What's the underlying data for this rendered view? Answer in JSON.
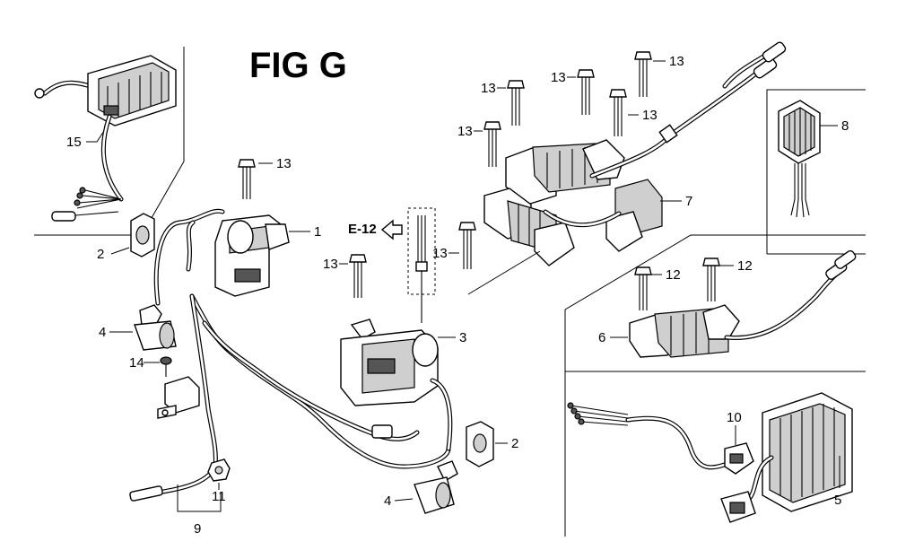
{
  "figure": {
    "title": "FIG G",
    "reference": "E-12"
  },
  "callouts": {
    "c1": "1",
    "c2a": "2",
    "c2b": "2",
    "c3": "3",
    "c4a": "4",
    "c4b": "4",
    "c5": "5",
    "c6": "6",
    "c7": "7",
    "c8": "8",
    "c9": "9",
    "c10": "10",
    "c11": "11",
    "c12a": "12",
    "c12b": "12",
    "c13a": "13",
    "c13b": "13",
    "c13c": "13",
    "c13d": "13",
    "c13e": "13",
    "c13f": "13",
    "c13g": "13",
    "c13h": "13",
    "c14": "14",
    "c15": "15"
  }
}
